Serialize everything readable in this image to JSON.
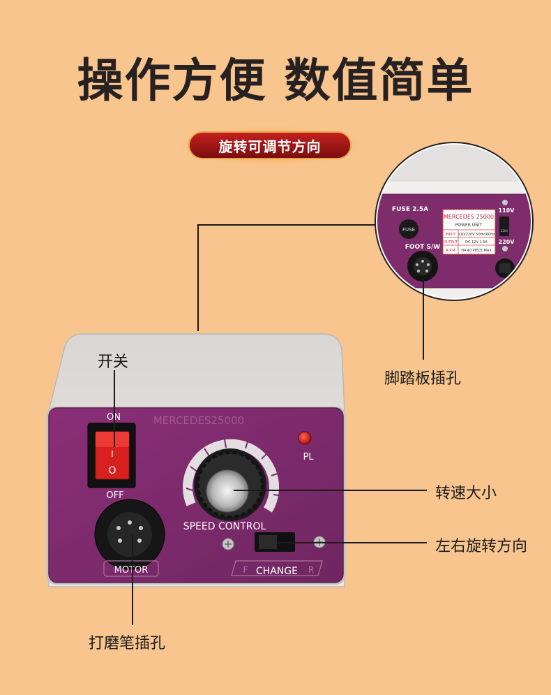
{
  "headline": "操作方便 数值简单",
  "badge": "旋转可调节方向",
  "callouts": {
    "power_switch": "开关",
    "foot_socket": "脚踏板插孔",
    "speed": "转速大小",
    "direction": "左右旋转方向",
    "handpiece_socket": "打磨笔插孔"
  },
  "panel": {
    "brand": "MERCEDES25000",
    "on": "ON",
    "off": "OFF",
    "switch_i": "I",
    "switch_o": "O",
    "pl": "PL",
    "speed_control": "SPEED CONTROL",
    "motor": "MOTOR",
    "change": "CHANGE",
    "f": "F",
    "r": "R"
  },
  "rear": {
    "fuse": "FUSE 2.5A",
    "fuse_cap": "FUSE",
    "foot_sw": "FOOT S/W",
    "label_title": "MERCEDES 25000",
    "label_sub": "POWER UNIT",
    "rows": [
      {
        "k": "INPUT",
        "v": "110/220V 50Hz/60Hz"
      },
      {
        "k": "OUTPUT",
        "v": "DC 12V 1.5A"
      },
      {
        "k": "R.P.M",
        "v": "HAND PIECE MAX"
      }
    ],
    "v110": "110V",
    "v220": "220V",
    "v220_small": "220V"
  },
  "colors": {
    "background": "#F8C58F",
    "panel": "#7E2C6C",
    "switch": "#D8201F",
    "badge": "#A81818"
  }
}
